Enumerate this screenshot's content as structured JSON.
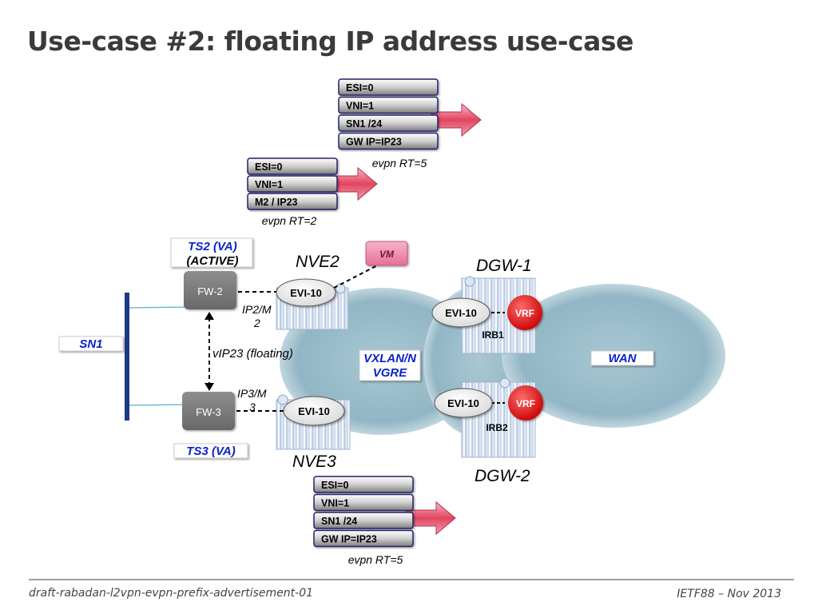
{
  "slide": {
    "title": "Use-case #2: floating IP address use-case",
    "footer_left": "draft-rabadan-l2vpn-evpn-prefix-advertisement-01",
    "footer_right": "IETF88 – Nov 2013"
  },
  "routes": {
    "top_rt5": {
      "fields": [
        "ESI=0",
        "VNI=1",
        "SN1 /24",
        "GW IP=IP23"
      ],
      "caption": "evpn RT=5"
    },
    "rt2": {
      "fields": [
        "ESI=0",
        "VNI=1",
        "M2 / IP23"
      ],
      "caption": "evpn RT=2"
    },
    "bottom_rt5": {
      "fields": [
        "ESI=0",
        "VNI=1",
        "SN1 /24",
        "GW IP=IP23"
      ],
      "caption": "evpn RT=5"
    }
  },
  "labels": {
    "ts2_line1": "TS2 (VA)",
    "ts2_line2": "(ACTIVE)",
    "ts3": "TS3 (VA)",
    "sn1": "SN1",
    "vxlan_line1": "VXLAN/N",
    "vxlan_line2": "VGRE",
    "wan": "WAN"
  },
  "nodes": {
    "fw2": "FW-2",
    "fw3": "FW-3",
    "nve2": "NVE2",
    "nve3": "NVE3",
    "dgw1": "DGW-1",
    "dgw2": "DGW-2",
    "vm": "VM",
    "evi_nve2": "EVI-10",
    "evi_nve3": "EVI-10",
    "evi_dgw1": "EVI-10",
    "evi_dgw2": "EVI-10",
    "vrf_dgw1": "VRF",
    "vrf_dgw2": "VRF",
    "irb1": "IRB1",
    "irb2": "IRB2"
  },
  "annotations": {
    "ip2_line1": "IP2/M",
    "ip2_line2": "2",
    "ip3_line1": "IP3/M",
    "ip3_line2": "3",
    "vip": "vIP23 (floating)"
  },
  "colors": {
    "label_blue": "#0a22c8",
    "vrf_red": "#e01010",
    "cloud": "#8fb4c4",
    "fw_gray": "#7a7a7a",
    "route_arrow": "#e6506a",
    "vm_pink": "#ee82a8"
  }
}
